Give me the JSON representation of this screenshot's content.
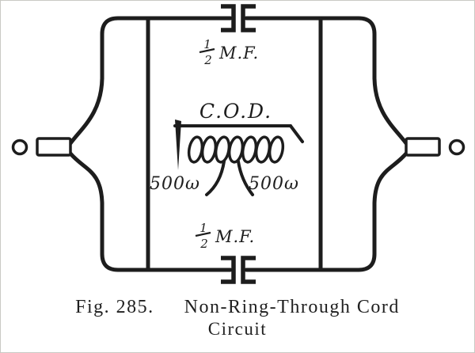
{
  "figure": {
    "fig_label": "Fig. 285.",
    "title_line1": "Non-Ring-Through Cord",
    "title_line2": "Circuit"
  },
  "diagram": {
    "coil_label": "C.O.D.",
    "left_winding_label": "500ω",
    "right_winding_label": "500ω",
    "top_capacitor": {
      "numerator": "1",
      "denominator": "2",
      "unit": "M.F.",
      "full": "½ M.F."
    },
    "bottom_capacitor": {
      "numerator": "1",
      "denominator": "2",
      "unit": "M.F.",
      "full": "½ M.F."
    },
    "colors": {
      "ink": "#1d1d1d",
      "paper": "#ffffff"
    }
  }
}
